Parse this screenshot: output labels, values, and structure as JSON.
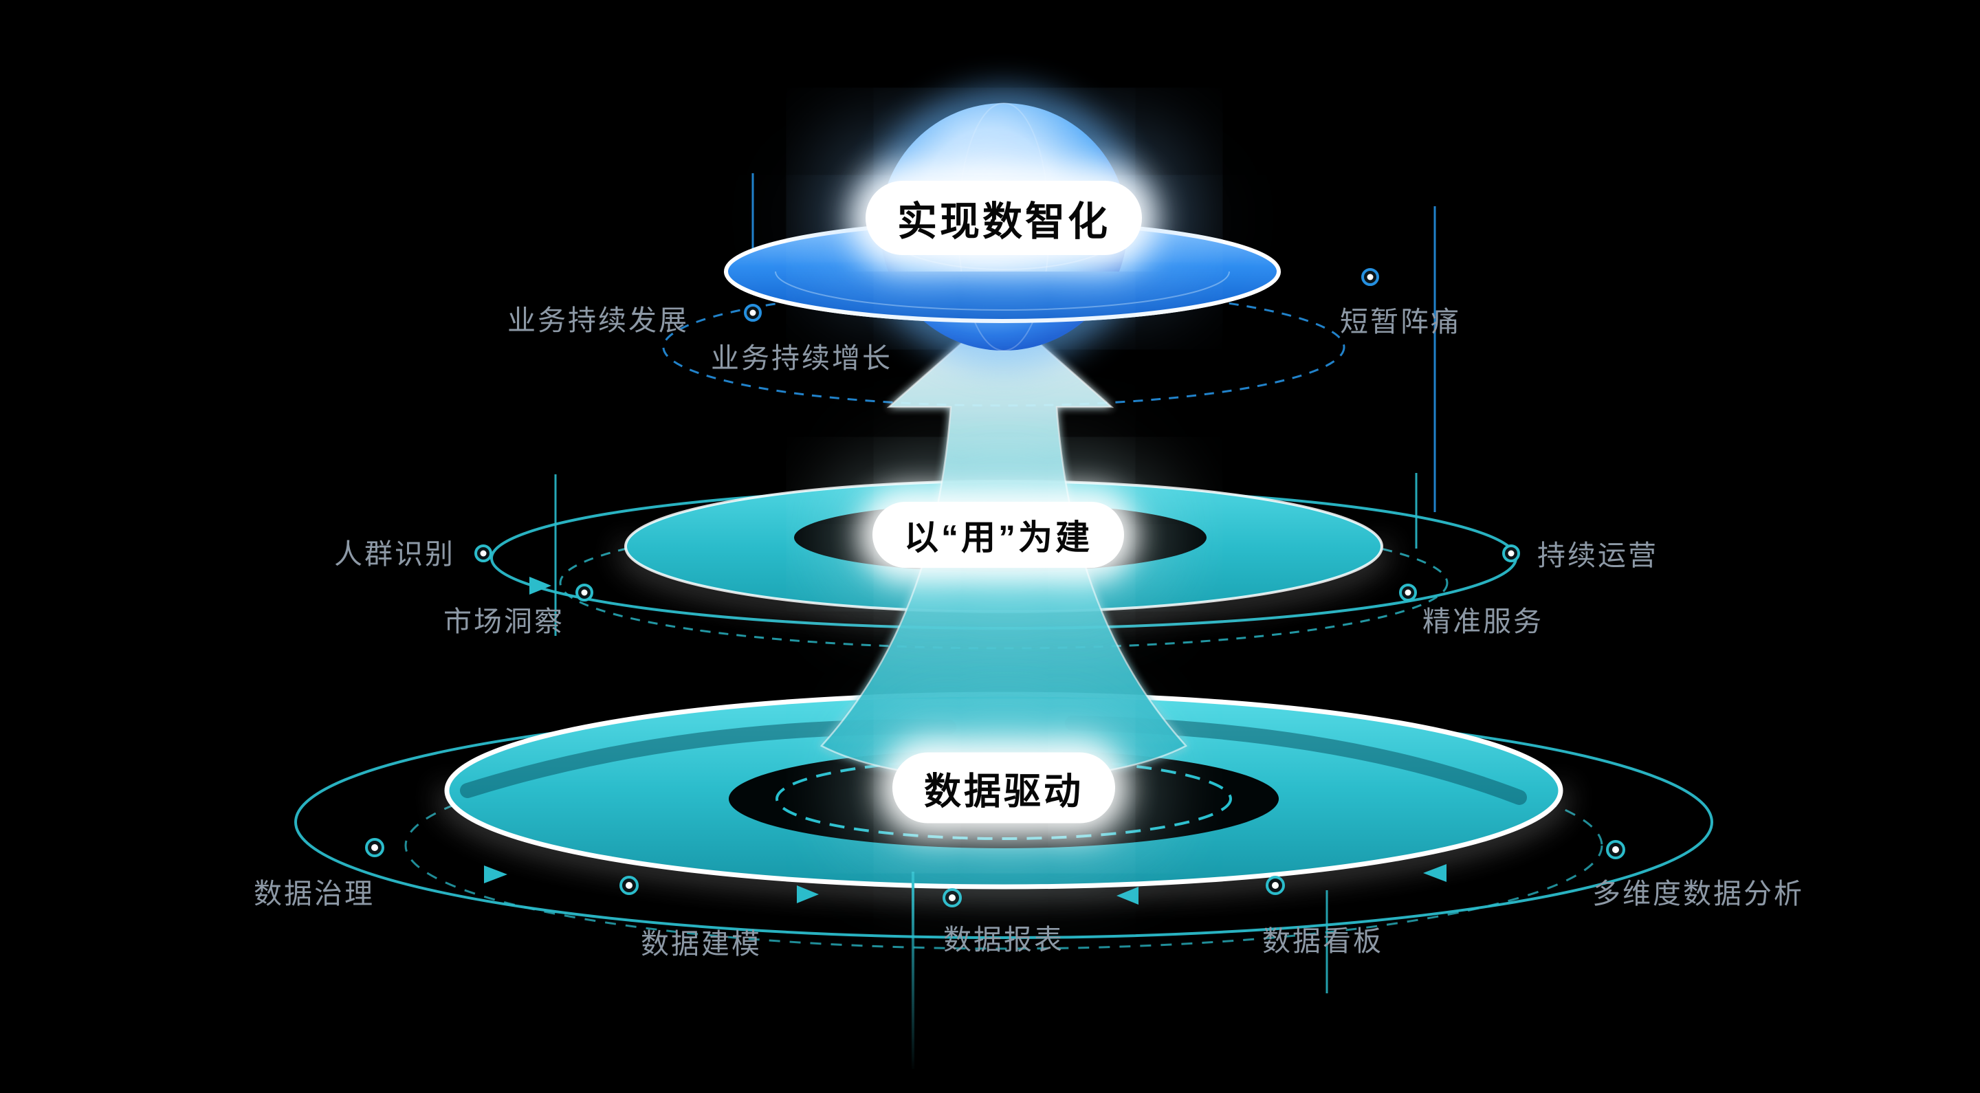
{
  "diagram": {
    "type": "layered-platform-infographic",
    "background": "#000000",
    "tiers": [
      {
        "name": "top",
        "title": "实现数智化",
        "platform_color": "#2f8df0",
        "labels": [
          {
            "text": "业务持续发展"
          },
          {
            "text": "业务持续增长"
          },
          {
            "text": "短暂阵痛"
          }
        ]
      },
      {
        "name": "middle",
        "title": "以“用”为建",
        "platform_color": "#2bbccb",
        "labels": [
          {
            "text": "人群识别"
          },
          {
            "text": "市场洞察"
          },
          {
            "text": "持续运营"
          },
          {
            "text": "精准服务"
          }
        ]
      },
      {
        "name": "bottom",
        "title": "数据驱动",
        "platform_color": "#2bbccb",
        "labels": [
          {
            "text": "数据治理"
          },
          {
            "text": "数据建模"
          },
          {
            "text": "数据报表"
          },
          {
            "text": "数据看板"
          },
          {
            "text": "多维度数据分析"
          }
        ]
      }
    ],
    "colors": {
      "teal": "#2bbccb",
      "blue": "#2590e0",
      "label_gray": "#8d99a6",
      "sphere_blue": "#2272e2"
    }
  }
}
